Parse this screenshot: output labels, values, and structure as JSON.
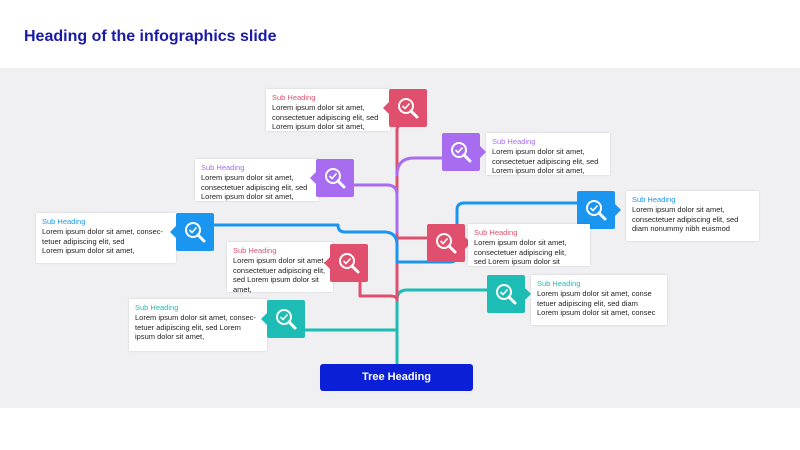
{
  "slide_title": "Heading of the infographics slide",
  "root_label": "Tree Heading",
  "colors": {
    "pink": "#e0506e",
    "purple": "#a86cf0",
    "blue": "#1a96f0",
    "teal": "#1dbdb5",
    "navy": "#0a1fd6"
  },
  "nodes": [
    {
      "sub": "Sub Heading",
      "body": "Lorem ipsum dolor sit amet,\nconsectetuer adipiscing elit, sed\nLorem ipsum dolor sit amet,",
      "color": "pink",
      "icon": "magnifier-check-icon"
    },
    {
      "sub": "Sub Heading",
      "body": "Lorem ipsum dolor sit amet,\nconsectetuer adipiscing elit, sed\nLorem ipsum dolor sit amet,",
      "color": "purple",
      "icon": "magnifier-check-icon"
    },
    {
      "sub": "Sub Heading",
      "body": "Lorem ipsum dolor sit amet,\nconsectetuer adipiscing elit, sed\nLorem ipsum dolor sit amet,",
      "color": "purple",
      "icon": "magnifier-check-icon"
    },
    {
      "sub": "Sub Heading",
      "body": "Lorem ipsum dolor sit amet,\nconsectetuer adipiscing elit, sed\ndiam nonummy nibh euismod",
      "color": "blue",
      "icon": "magnifier-check-icon"
    },
    {
      "sub": "Sub Heading",
      "body": "Lorem ipsum dolor sit amet, consec-\ntetuer adipiscing elit, sed\nLorem ipsum dolor sit amet,",
      "color": "blue",
      "icon": "magnifier-check-icon"
    },
    {
      "sub": "Sub Heading",
      "body": "Lorem ipsum dolor sit amet,\nconsectetuer adipiscing elit,\nsed Lorem ipsum dolor sit",
      "color": "pink",
      "icon": "magnifier-check-icon"
    },
    {
      "sub": "Sub Heading",
      "body": "Lorem ipsum dolor sit amet,\nconsectetuer adipiscing elit,\nsed Lorem ipsum dolor sit\namet,",
      "color": "pink",
      "icon": "magnifier-check-icon"
    },
    {
      "sub": "Sub Heading",
      "body": "Lorem ipsum dolor sit amet, conse\ntetuer adipiscing elit, sed diam\nLorem ipsum dolor sit amet, consec",
      "color": "teal",
      "icon": "magnifier-check-icon"
    },
    {
      "sub": "Sub Heading",
      "body": "Lorem ipsum dolor sit amet, consec-\ntetuer adipiscing elit, sed Lorem\nipsum dolor sit amet,",
      "color": "teal",
      "icon": "magnifier-check-icon"
    }
  ]
}
